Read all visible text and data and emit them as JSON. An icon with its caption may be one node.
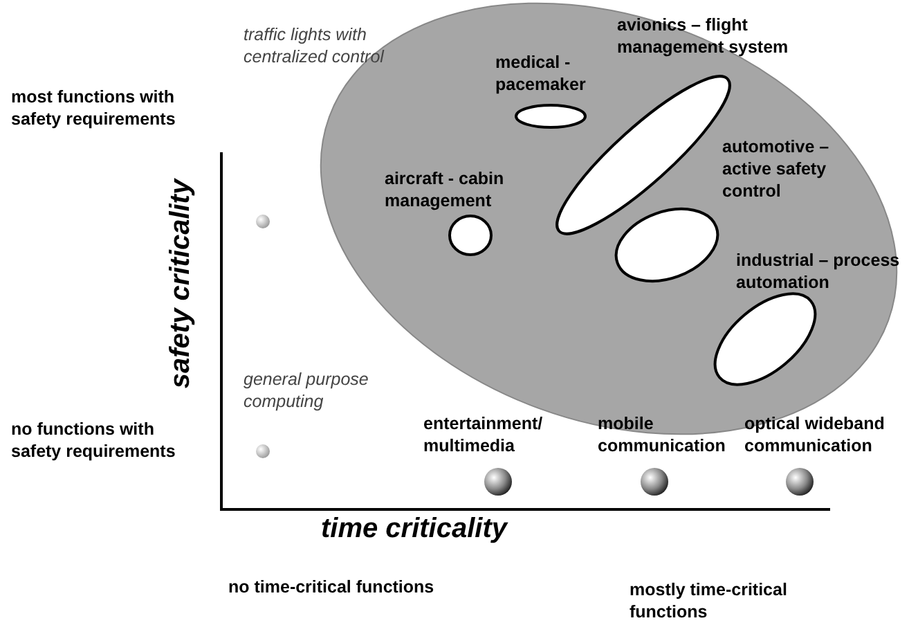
{
  "diagram": {
    "labels": [
      "most functions with safety requirements",
      "traffic lights with centralized control",
      "medical - pacemaker",
      "avionics – flight management system",
      "aircraft - cabin management",
      "automotive – active safety control",
      "industrial – process automation",
      "safety criticality",
      "general purpose computing",
      "entertainment/ multimedia",
      "mobile communication",
      "optical wideband communication",
      "no functions with safety requirements",
      "time criticality",
      "no time-critical functions",
      "mostly time-critical functions"
    ]
  }
}
